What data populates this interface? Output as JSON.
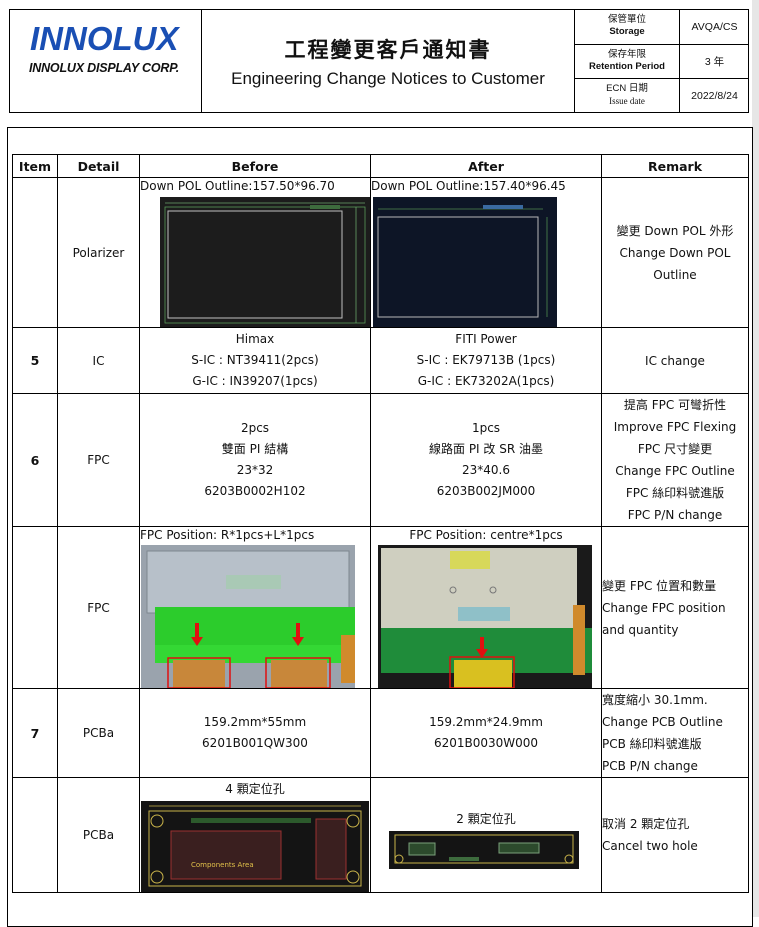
{
  "header": {
    "logo_text": "INNOLUX",
    "logo_subtext": "INNOLUX DISPLAY CORP.",
    "title_zh": "工程變更客戶通知書",
    "title_en": "Engineering Change Notices to Customer",
    "storage_label_zh": "保管單位",
    "storage_label_en": "Storage",
    "storage_value": "AVQA/CS",
    "retention_label_zh": "保存年限",
    "retention_label_en": "Retention Period",
    "retention_value": "3 年",
    "issue_label_zh": "ECN 日期",
    "issue_label_en": "Issue date",
    "issue_value": "2022/8/24"
  },
  "table": {
    "headers": [
      "Item",
      "Detail",
      "Before",
      "After",
      "Remark"
    ],
    "rows": [
      {
        "item": "",
        "detail": "Polarizer",
        "before_caption": "Down POL Outline:157.50*96.70",
        "after_caption": "Down POL Outline:157.40*96.45",
        "remark": [
          "變更 Down POL 外形",
          "Change Down POL",
          "Outline"
        ]
      },
      {
        "item": "5",
        "detail": "IC",
        "before": [
          "Himax",
          "S-IC : NT39411(2pcs)",
          "G-IC : IN39207(1pcs)"
        ],
        "after": [
          "FITI Power",
          "S-IC : EK79713B (1pcs)",
          "G-IC : EK73202A(1pcs)"
        ],
        "remark": [
          "IC change"
        ]
      },
      {
        "item": "6",
        "detail": "FPC",
        "before": [
          "2pcs",
          "雙面 PI 結構",
          "23*32",
          "6203B0002H102"
        ],
        "after": [
          "1pcs",
          "線路面 PI 改 SR 油墨",
          "23*40.6",
          "6203B002JM000"
        ],
        "remark": [
          "提高 FPC 可彎折性",
          "Improve FPC Flexing",
          "FPC 尺寸變更",
          "Change FPC Outline",
          "FPC 絲印料號進版",
          "FPC P/N change"
        ]
      },
      {
        "item": "",
        "detail": "FPC",
        "before_caption": "FPC Position: R*1pcs+L*1pcs",
        "after_caption": "FPC Position: centre*1pcs",
        "remark": [
          "變更 FPC 位置和數量",
          "Change FPC position",
          "and quantity"
        ]
      },
      {
        "item": "7",
        "detail": "PCBa",
        "before": [
          "159.2mm*55mm",
          "6201B001QW300"
        ],
        "after": [
          "159.2mm*24.9mm",
          "6201B0030W000"
        ],
        "remark": [
          "寬度縮小 30.1mm.",
          "Change PCB Outline",
          "PCB 絲印料號進版",
          "PCB P/N change"
        ]
      },
      {
        "item": "",
        "detail": "PCBa",
        "before_caption": "4 顆定位孔",
        "after_caption": "2 顆定位孔",
        "before_board_label": "Components Area",
        "remark": [
          "取消 2 顆定位孔",
          "Cancel two hole"
        ]
      }
    ]
  },
  "colors": {
    "logo_blue": "#1a4fb4",
    "fpc_green": "#2bd02b",
    "highlight_red": "#e01010",
    "pcb_dark": "#1b1b1b"
  }
}
